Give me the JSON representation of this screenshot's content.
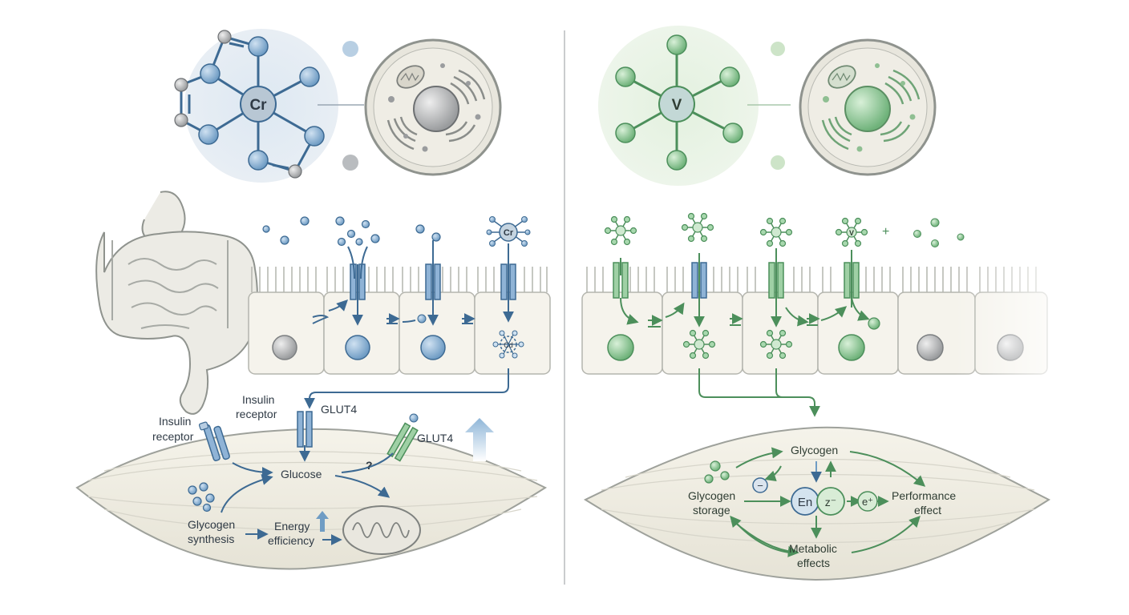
{
  "colors": {
    "blue_accent": "#6f9cc4",
    "blue_dark": "#3d6a93",
    "green_accent": "#7fbf86",
    "green_dark": "#4c8f5b",
    "cell_fill": "#eeece4",
    "outline": "#8f938e"
  },
  "left_panel": {
    "atom_label": "Cr",
    "small_atom_label": "Cr",
    "cell_atom_label": "Cd",
    "labels": {
      "insulin_receptor_1": [
        "Insulin",
        "receptor"
      ],
      "insulin_receptor_2": [
        "Insulin",
        "receptor"
      ],
      "glut4_1": "GLUT4",
      "glut4_2": "GLUT4",
      "glucose": "Glucose",
      "question": "?",
      "glycogen_synthesis": [
        "Glycogen",
        "synthesis"
      ],
      "energy_efficiency": [
        "Energy",
        "efficiency"
      ]
    }
  },
  "right_panel": {
    "atom_label": "V",
    "small_atom_label": "V",
    "plus": "+",
    "labels": {
      "glycogen": "Glycogen",
      "glycogen_storage": [
        "Glycogen",
        "storage"
      ],
      "en": "En",
      "z": "z⁻",
      "minus": "−",
      "e_plus": "e⁺",
      "performance_effect": [
        "Performance",
        "effect"
      ],
      "metabolic_effects": [
        "Metabolic",
        "effects"
      ]
    }
  }
}
